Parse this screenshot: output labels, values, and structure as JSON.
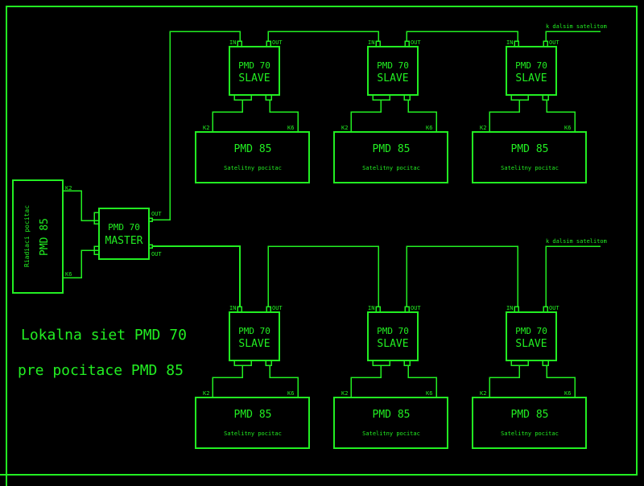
{
  "diagram": {
    "title_line1": "Lokalna siet PMD 70",
    "title_line2": "pre pocitace PMD 85",
    "color": "#22ee22",
    "background": "#000000",
    "control_computer": {
      "name": "PMD 85",
      "subtitle": "Riadiaci pocitac",
      "port_k2": "K2",
      "port_k6": "K6"
    },
    "master": {
      "name": "PMD 70",
      "role": "MASTER",
      "out_top": "OUT",
      "out_bottom": "OUT"
    },
    "slave_label": {
      "name": "PMD 70",
      "role": "SLAVE",
      "in": "IN",
      "out": "OUT"
    },
    "satellite_label": {
      "name": "PMD 85",
      "subtitle": "Satelitny pocitac",
      "port_k2": "K2",
      "port_k6": "K6"
    },
    "continuation_note": "k dalsim satelitom",
    "rows": [
      {
        "id": "top",
        "units": 3
      },
      {
        "id": "bottom",
        "units": 3
      }
    ]
  }
}
